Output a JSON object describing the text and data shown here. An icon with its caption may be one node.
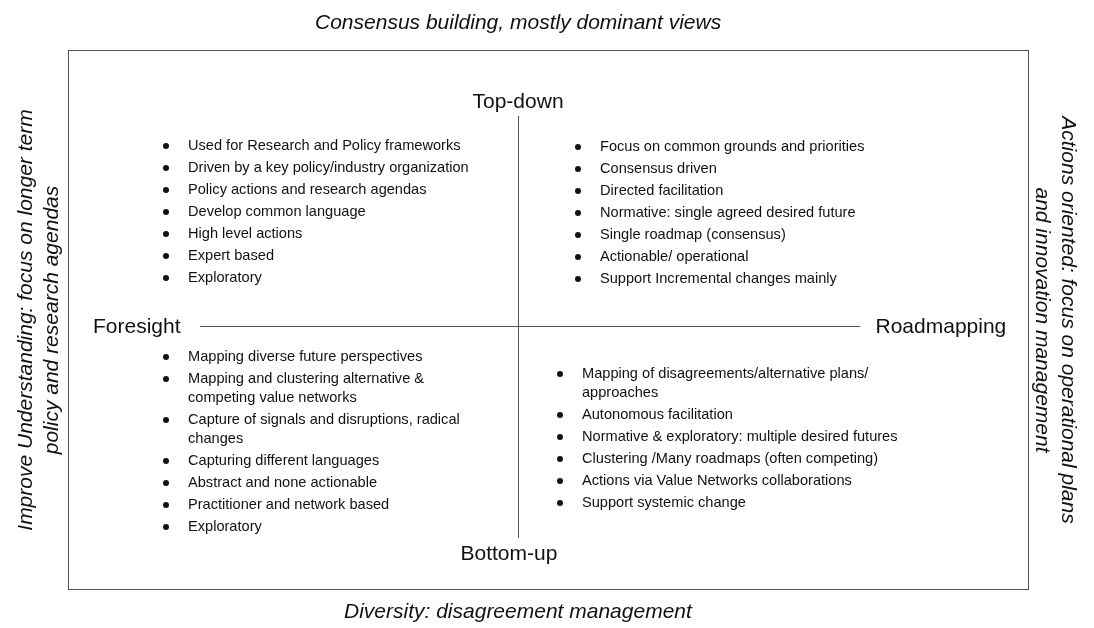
{
  "diagram": {
    "labels": [
      "Consensus building, mostly dominant views",
      "Improve Understanding: focus on longer term policy and research agendas",
      "Actions oriented: focus on operational plans and innovation management",
      "Top-down",
      "Used for Research and Policy frameworks",
      "Driven by a key policy/industry organization",
      "Policy actions and research agendas",
      "Develop common language",
      "High level actions",
      "Expert based",
      "Exploratory",
      "Focus on common grounds and priorities",
      "Consensus driven",
      "Directed facilitation",
      "Normative: single agreed desired future",
      "Single roadmap (consensus)",
      "Actionable/ operational",
      "Support Incremental changes mainly",
      "Foresight",
      "Roadmapping",
      "Mapping diverse future perspectives",
      "Mapping and clustering alternative & competing value networks",
      "Capture of signals and disruptions, radical changes",
      "Capturing different languages",
      "Abstract and none actionable",
      "Practitioner and network based",
      "Exploratory",
      "Mapping of disagreements/alternative plans/ approaches",
      "Autonomous facilitation",
      "Normative & exploratory: multiple desired futures",
      "Clustering /Many roadmaps (often competing)",
      "Actions via Value Networks collaborations",
      "Support systemic change",
      "Bottom-up",
      "Diversity: disagreement management"
    ]
  }
}
